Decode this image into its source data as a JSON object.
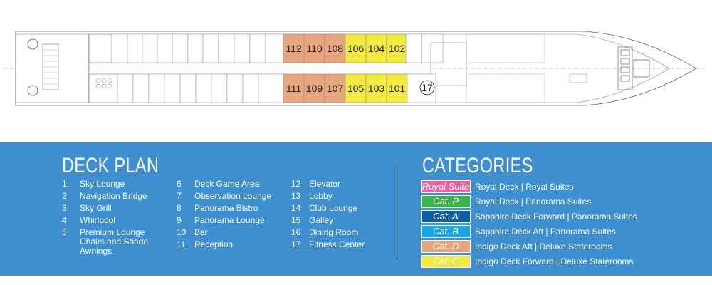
{
  "ship": {
    "cabins_top": [
      {
        "number": "112",
        "category": "D"
      },
      {
        "number": "110",
        "category": "D"
      },
      {
        "number": "108",
        "category": "D"
      },
      {
        "number": "106",
        "category": "E"
      },
      {
        "number": "104",
        "category": "E"
      },
      {
        "number": "102",
        "category": "E"
      }
    ],
    "cabins_bottom": [
      {
        "number": "111",
        "category": "D"
      },
      {
        "number": "109",
        "category": "D"
      },
      {
        "number": "107",
        "category": "D"
      },
      {
        "number": "105",
        "category": "E"
      },
      {
        "number": "103",
        "category": "E"
      },
      {
        "number": "101",
        "category": "E"
      }
    ],
    "area_marker": "17"
  },
  "deck_plan": {
    "title": "DECK PLAN",
    "items": [
      {
        "num": "1",
        "label": "Sky Lounge"
      },
      {
        "num": "2",
        "label": "Navigation Bridge"
      },
      {
        "num": "3",
        "label": "Sky Grill"
      },
      {
        "num": "4",
        "label": "Whirlpool"
      },
      {
        "num": "5",
        "label": "Premium Lounge Chairs and Shade Awnings"
      },
      {
        "num": "6",
        "label": "Deck Game Area"
      },
      {
        "num": "7",
        "label": "Observation Lounge"
      },
      {
        "num": "8",
        "label": "Panorama Bistro"
      },
      {
        "num": "9",
        "label": "Panorama Lounge"
      },
      {
        "num": "10",
        "label": "Bar"
      },
      {
        "num": "11",
        "label": "Reception"
      },
      {
        "num": "12",
        "label": "Elevator"
      },
      {
        "num": "13",
        "label": "Lobby"
      },
      {
        "num": "14",
        "label": "Club Lounge"
      },
      {
        "num": "15",
        "label": "Galley"
      },
      {
        "num": "16",
        "label": "Dining Room"
      },
      {
        "num": "17",
        "label": "Fitness Center"
      }
    ]
  },
  "categories": {
    "title": "CATEGORIES",
    "items": [
      {
        "badge": "Royal Suite",
        "color": "#e8629e",
        "description": "Royal Deck | Royal Suites"
      },
      {
        "badge": "Cat. P",
        "color": "#3bb44a",
        "description": "Royal Deck | Panorama Suites"
      },
      {
        "badge": "Cat. A",
        "color": "#115ea3",
        "description": "Sapphire Deck Forward | Panorama Suites"
      },
      {
        "badge": "Cat. B",
        "color": "#1aa5e6",
        "description": "Sapphire Deck Aft | Panorama Suites"
      },
      {
        "badge": "Cat. D",
        "color": "#e8a67e",
        "description": "Indigo Deck Aft | Deluxe Staterooms"
      },
      {
        "badge": "Cat. E",
        "color": "#f2ea3c",
        "description": "Indigo Deck Forward | Deluxe Staterooms"
      }
    ]
  },
  "colors": {
    "panel_bg": "#3d8fd0",
    "cat_d_fill": "#e8a67e",
    "cat_e_fill": "#f2ea3c"
  }
}
